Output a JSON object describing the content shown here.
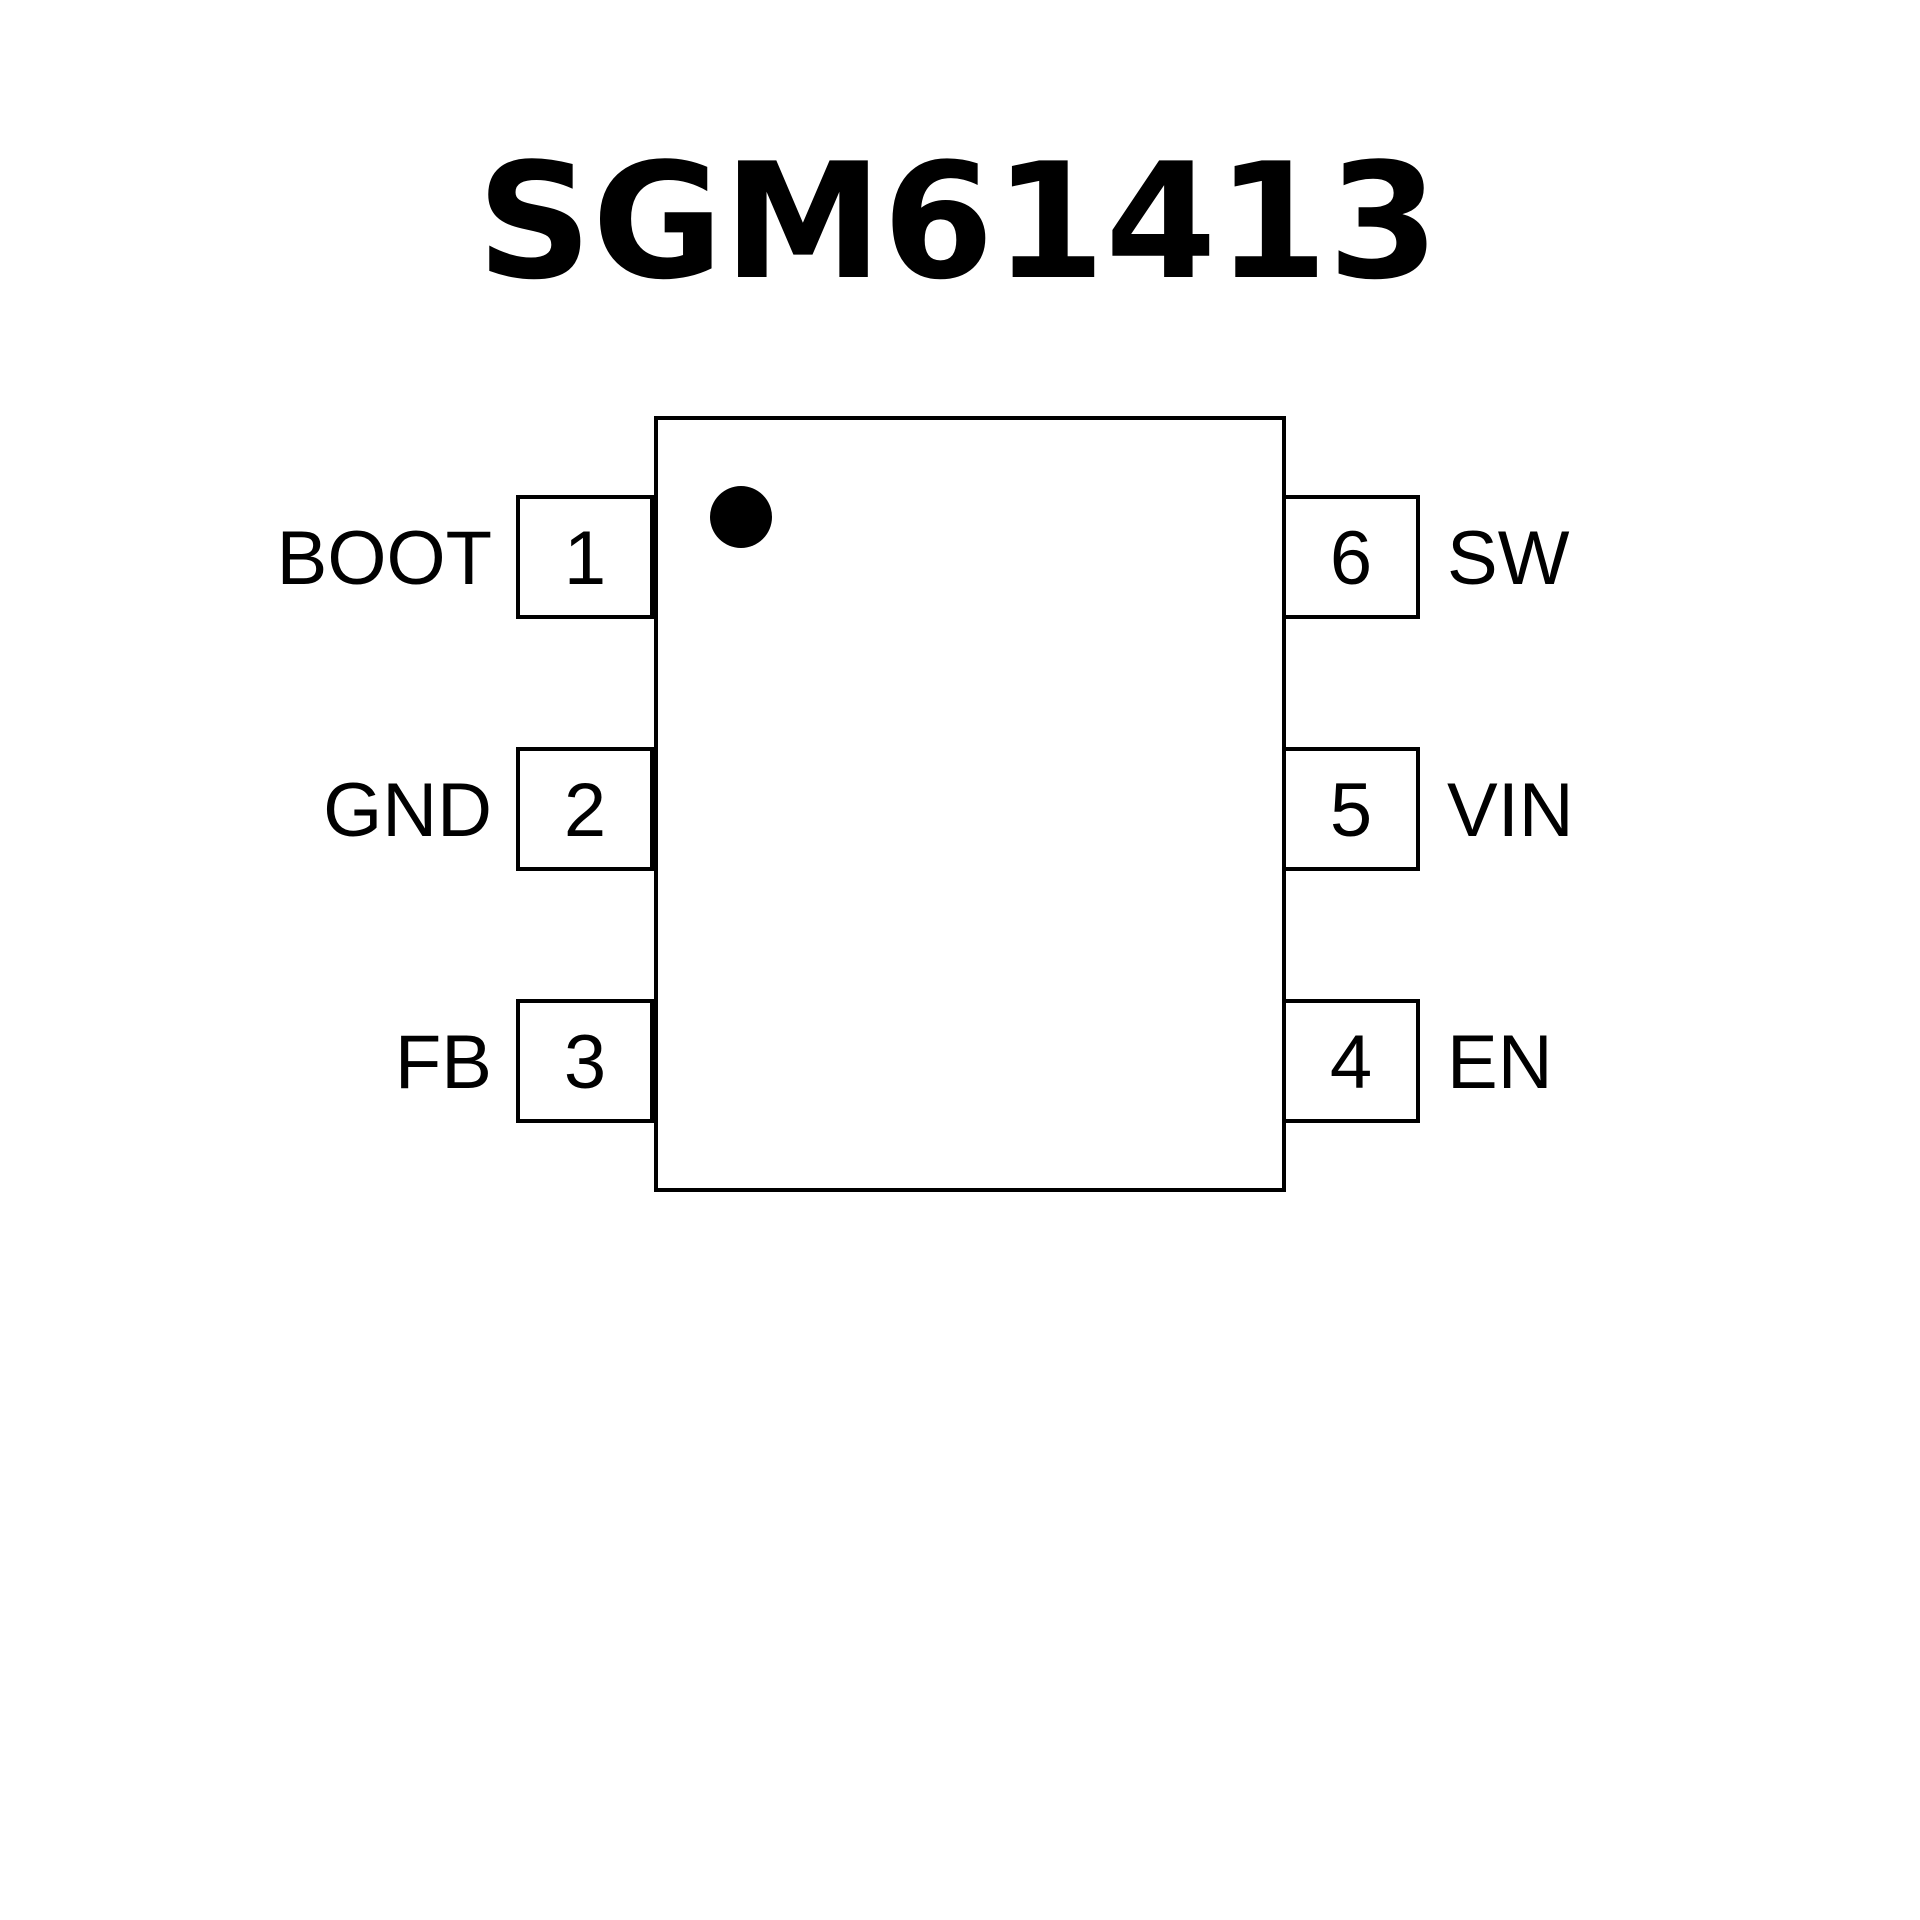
{
  "title": "SGM61413",
  "colors": {
    "stroke": "#000000",
    "background": "#ffffff"
  },
  "pins": [
    {
      "number": "1",
      "name": "BOOT",
      "side": "left",
      "row": 0
    },
    {
      "number": "2",
      "name": "GND",
      "side": "left",
      "row": 1
    },
    {
      "number": "3",
      "name": "FB",
      "side": "left",
      "row": 2
    },
    {
      "number": "6",
      "name": "SW",
      "side": "right",
      "row": 0
    },
    {
      "number": "5",
      "name": "VIN",
      "side": "right",
      "row": 1
    },
    {
      "number": "4",
      "name": "EN",
      "side": "right",
      "row": 2
    }
  ]
}
